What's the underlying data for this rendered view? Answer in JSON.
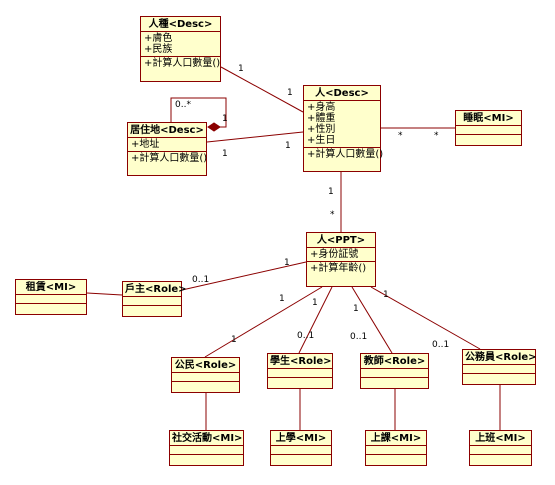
{
  "classes": {
    "race": {
      "name": "人種<Desc>",
      "attributes": [
        "+膚色",
        "+民族"
      ],
      "operations": [
        "+計算人口數量()"
      ]
    },
    "residence": {
      "name": "居住地<Desc>",
      "attributes": [
        "+地址"
      ],
      "operations": [
        "+計算人口數量()"
      ]
    },
    "person_desc": {
      "name": "人<Desc>",
      "attributes": [
        "+身高",
        "+體重",
        "+性別",
        "+生日"
      ],
      "operations": [
        "+計算人口數量()"
      ]
    },
    "sleep": {
      "name": "睡眠<MI>"
    },
    "person_ppt": {
      "name": "人<PPT>",
      "attributes": [
        "+身份証號"
      ],
      "operations": [
        "+計算年齡()"
      ]
    },
    "lease": {
      "name": "租賃<MI>"
    },
    "householder": {
      "name": "戶主<Role>"
    },
    "citizen": {
      "name": "公民<Role>"
    },
    "student": {
      "name": "學生<Role>"
    },
    "teacher": {
      "name": "教師<Role>"
    },
    "civil_servant": {
      "name": "公務員<Role>"
    },
    "social": {
      "name": "社交活動<MI>"
    },
    "school": {
      "name": "上學<MI>"
    },
    "lecture": {
      "name": "上課<MI>"
    },
    "work": {
      "name": "上班<MI>"
    }
  },
  "multiplicities": {
    "race_end": "1",
    "race_person_end": "1",
    "residence_self_top": "0..*",
    "residence_self_right": "1",
    "residence_end": "1",
    "residence_person_end": "1",
    "person_sleep_end": "*",
    "sleep_end": "*",
    "desc_ppt_top": "1",
    "desc_ppt_bottom": "*",
    "ppt_householder_end": "1",
    "householder_end": "0..1",
    "ppt_citizen_end": "1",
    "citizen_end": "1",
    "ppt_student_end": "1",
    "student_end": "0..1",
    "ppt_teacher_end": "1",
    "teacher_end": "0..1",
    "ppt_civil_end": "1",
    "civil_end": "0..1"
  },
  "colors": {
    "fill": "#ffffcc",
    "border": "#8b0000",
    "line": "#8b0000"
  }
}
